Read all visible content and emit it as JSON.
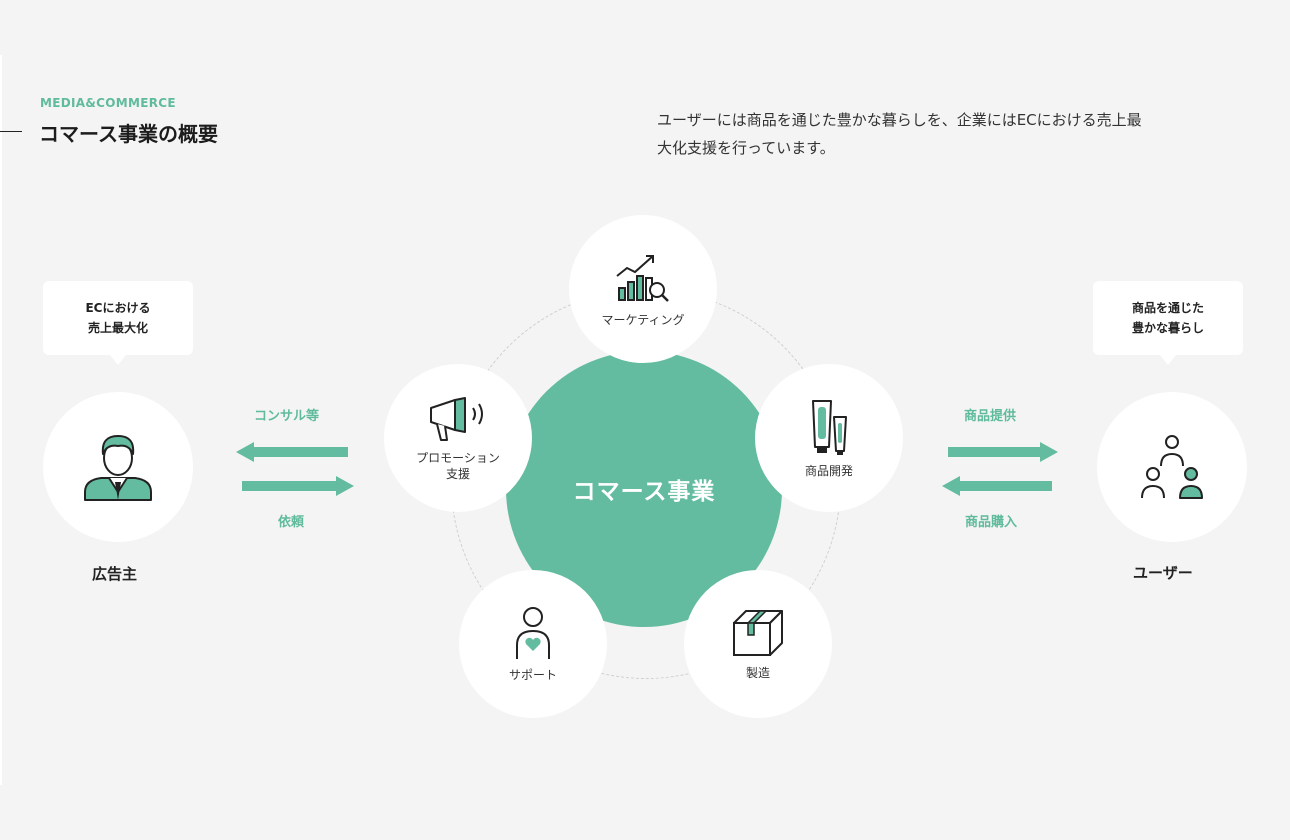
{
  "header": {
    "section_tag": "MEDIA&COMMERCE",
    "section_title": "コマース事業の概要"
  },
  "intro": {
    "line1": "ユーザーには商品を通じた豊かな暮らしを、企業にはECにおける売上最",
    "line2": "大化支援を行っています。"
  },
  "center": {
    "label": "コマース事業"
  },
  "nodes": {
    "marketing": {
      "label": "マーケティング",
      "icon": "chart-magnifier-icon"
    },
    "promotion": {
      "line1": "プロモーション",
      "line2": "支援",
      "icon": "megaphone-icon"
    },
    "development": {
      "label": "商品開発",
      "icon": "tubes-icon"
    },
    "support": {
      "label": "サポート",
      "icon": "person-heart-icon"
    },
    "manufacturing": {
      "label": "製造",
      "icon": "box-icon"
    }
  },
  "advertiser": {
    "label": "広告主",
    "bubble_line1": "ECにおける",
    "bubble_line2": "売上最大化",
    "icon": "businessman-icon"
  },
  "user": {
    "label": "ユーザー",
    "bubble_line1": "商品を通じた",
    "bubble_line2": "豊かな暮らし",
    "icon": "group-icon"
  },
  "flows": {
    "consulting": "コンサル等",
    "request": "依頼",
    "provide": "商品提供",
    "purchase": "商品購入"
  },
  "colors": {
    "accent": "#63bc9f",
    "background": "#f4f4f4",
    "node": "#ffffff",
    "text": "#222222"
  }
}
